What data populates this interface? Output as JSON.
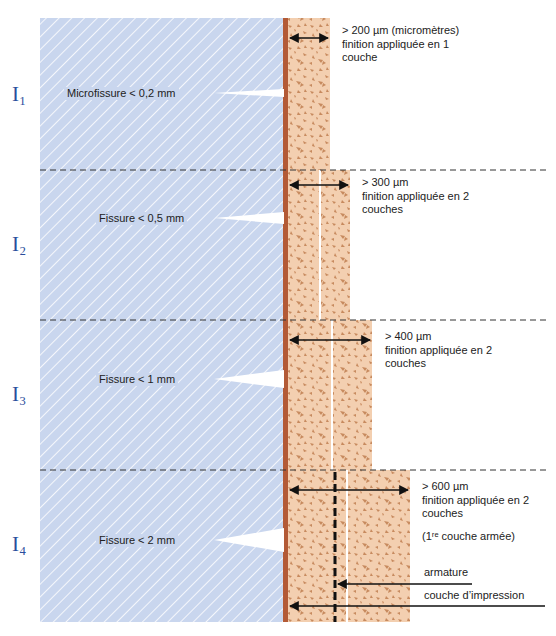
{
  "diagram": {
    "labels": [
      "I₁",
      "Microfissure < 0,2 mm",
      "> 200 µm (micromètres)",
      "finition appliquée en 1 couche",
      "I₂",
      "Fissure < 0,5 mm",
      "> 300 µm",
      "finition appliquée en 2 couches",
      "I₃",
      "Fissure < 1 mm",
      "> 400 µm",
      "finition appliquée en 2 couches",
      "I₄",
      "Fissure < 2 mm",
      "> 600 µm",
      "finition appliquée en 2 couches",
      "(1ʳᵉ couche armée)",
      "armature",
      "couche d’impression"
    ]
  }
}
